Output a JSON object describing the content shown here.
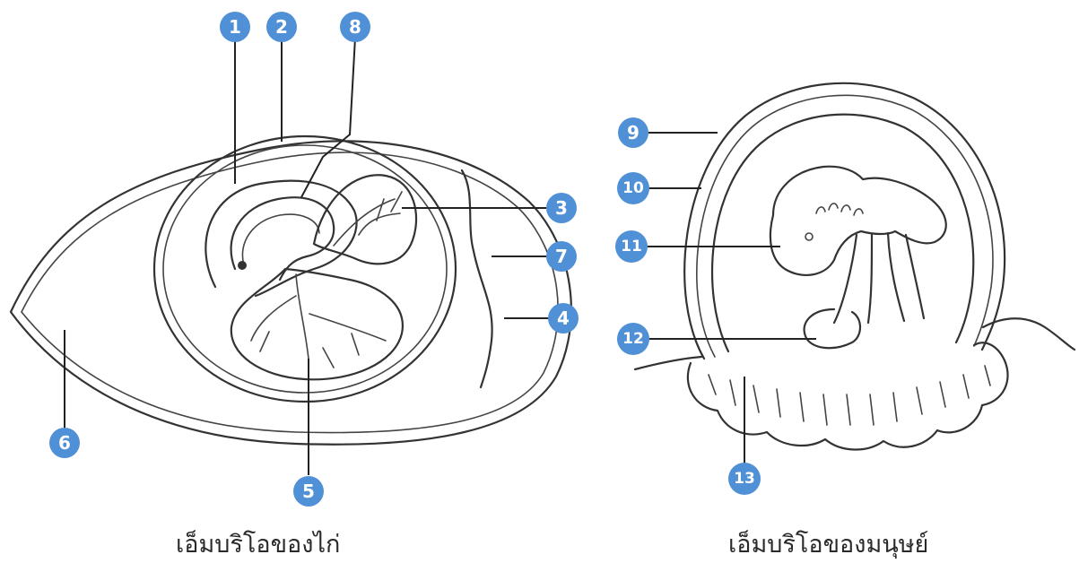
{
  "badge_color": "#4f90d6",
  "captions": {
    "chicken": "เอ็มบริโอของไก่",
    "human": "เอ็มบริโอของมนุษย์"
  },
  "labels": [
    "1",
    "2",
    "3",
    "4",
    "5",
    "6",
    "7",
    "8",
    "9",
    "10",
    "11",
    "12",
    "13"
  ]
}
